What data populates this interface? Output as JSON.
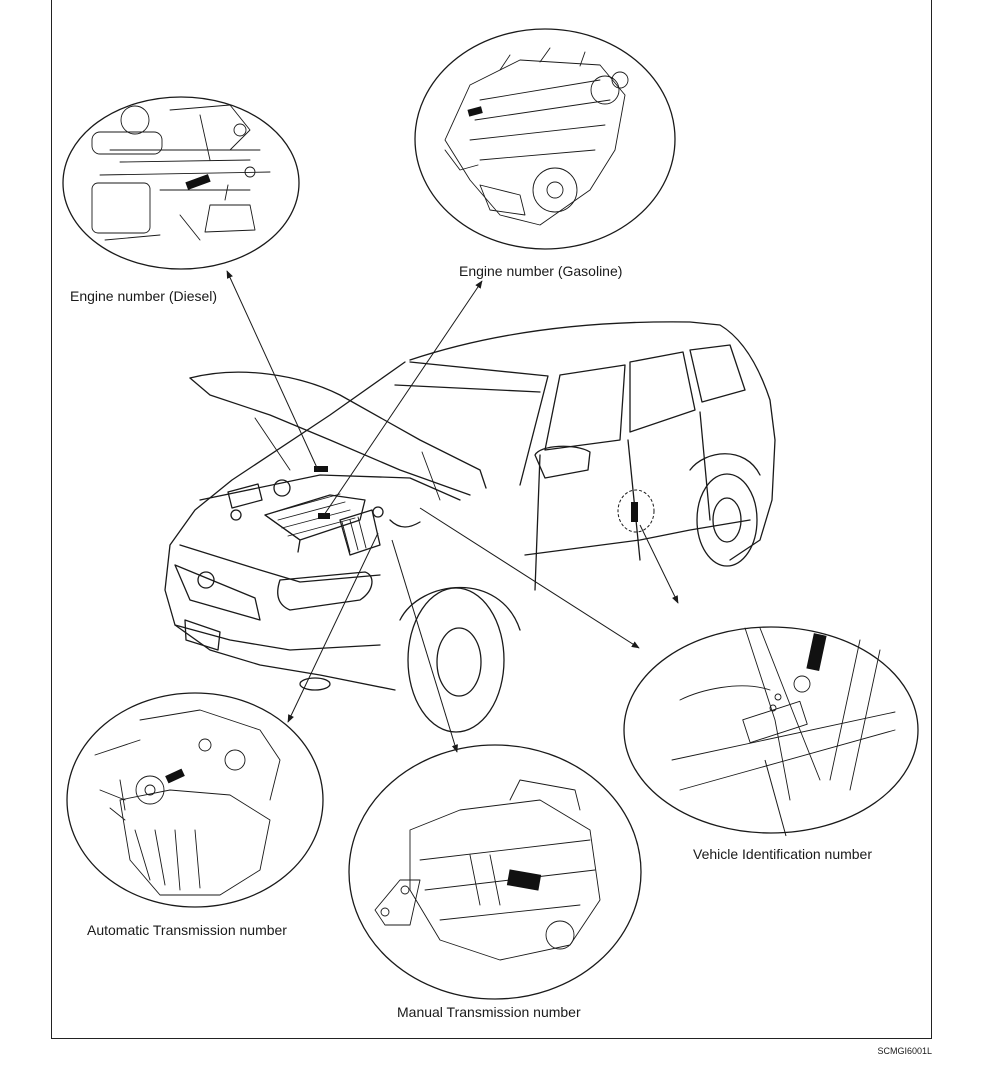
{
  "labels": {
    "engine_diesel": "Engine number (Diesel)",
    "engine_gasoline": "Engine number (Gasoline)",
    "vin": "Vehicle Identification number",
    "auto_trans": "Automatic Transmission number",
    "manual_trans": "Manual Transmission number"
  },
  "figure_code": "SCMGI6001L",
  "colors": {
    "line": "#1a1a1a",
    "background": "#ffffff"
  }
}
